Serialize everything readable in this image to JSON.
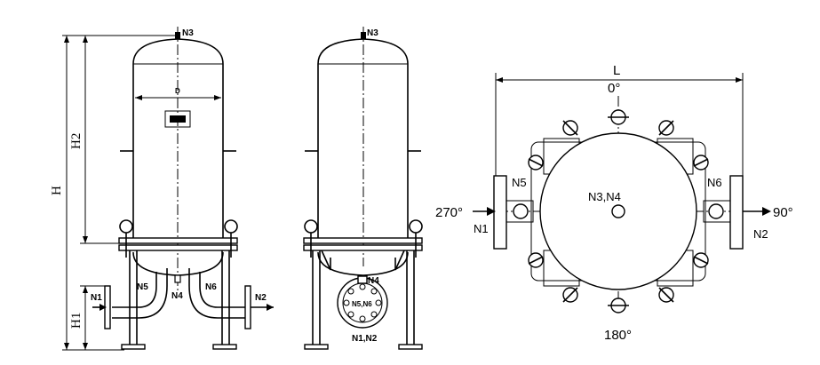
{
  "front_view": {
    "dim_h": "H",
    "dim_h2": "H2",
    "dim_h1": "H1",
    "dim_d": "D",
    "nozzles": {
      "n1": "N1",
      "n2": "N2",
      "n3": "N3",
      "n4": "N4",
      "n5": "N5",
      "n6": "N6"
    }
  },
  "side_view": {
    "nozzles": {
      "n3": "N3",
      "n4": "N4",
      "n5_n6": "N5,N6",
      "n1_n2": "N1,N2"
    }
  },
  "top_view": {
    "dim_l": "L",
    "angle_0": "0°",
    "angle_90": "90°",
    "angle_180": "180°",
    "angle_270": "270°",
    "nozzles": {
      "n1": "N1",
      "n2": "N2",
      "n3_n4": "N3,N4",
      "n5": "N5",
      "n6": "N6"
    }
  }
}
